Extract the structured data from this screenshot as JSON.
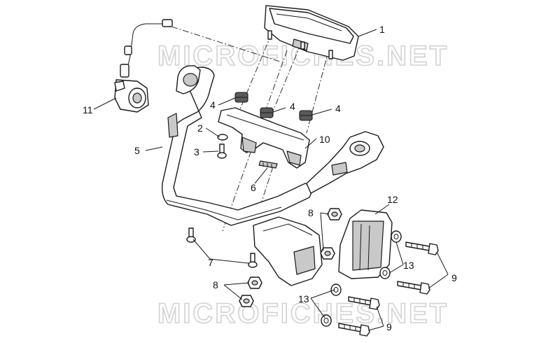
{
  "watermark": {
    "text": "MICROFICHES.NET",
    "color": "#d2d2d2"
  },
  "callouts": [
    {
      "id": "c1",
      "label": "1"
    },
    {
      "id": "c2",
      "label": "2"
    },
    {
      "id": "c3",
      "label": "3"
    },
    {
      "id": "c4a",
      "label": "4"
    },
    {
      "id": "c4b",
      "label": "4"
    },
    {
      "id": "c4c",
      "label": "4"
    },
    {
      "id": "c5",
      "label": "5"
    },
    {
      "id": "c6",
      "label": "6"
    },
    {
      "id": "c7",
      "label": "7"
    },
    {
      "id": "c8a",
      "label": "8"
    },
    {
      "id": "c8b",
      "label": "8"
    },
    {
      "id": "c9a",
      "label": "9"
    },
    {
      "id": "c9b",
      "label": "9"
    },
    {
      "id": "c10",
      "label": "10"
    },
    {
      "id": "c11",
      "label": "11"
    },
    {
      "id": "c12",
      "label": "12"
    },
    {
      "id": "c13a",
      "label": "13"
    },
    {
      "id": "c13b",
      "label": "13"
    }
  ],
  "colors": {
    "line": "#1a1a1a",
    "background": "#ffffff",
    "shade": "#c9c9c9"
  }
}
